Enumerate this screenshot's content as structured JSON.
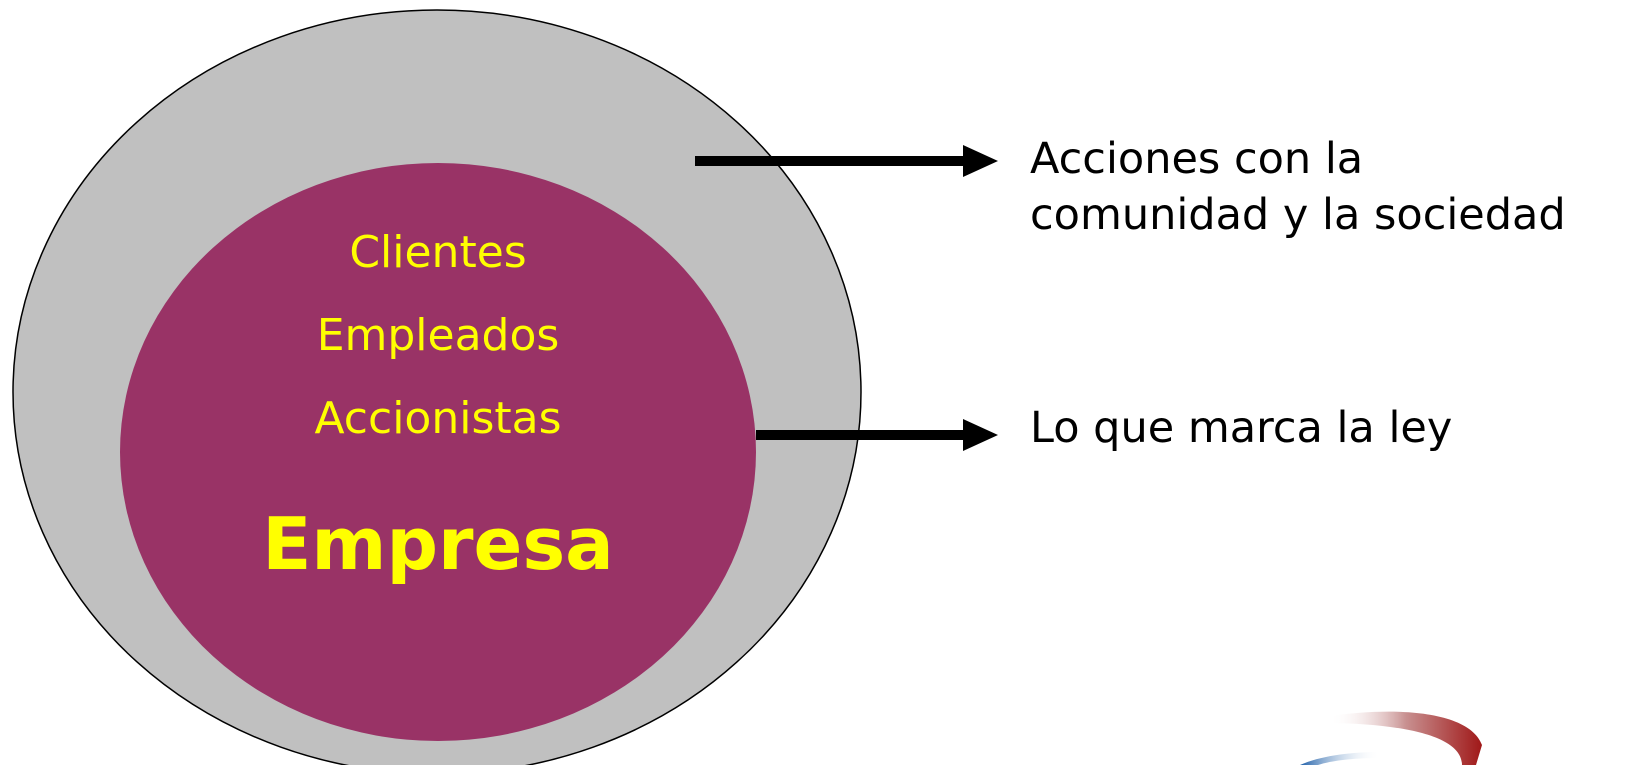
{
  "diagram": {
    "inner_circle": {
      "items": [
        "Clientes",
        "Empleados",
        "Accionistas"
      ],
      "title": "Empresa"
    },
    "arrows": [
      {
        "label": "Acciones con la\ncomunidad y la sociedad"
      },
      {
        "label": "Lo que marca la ley"
      }
    ]
  },
  "colors": {
    "outer_ellipse": "#c0c0c0",
    "inner_ellipse": "#993366",
    "inner_text": "#ffff00",
    "arrow": "#000000",
    "logo_red": "#b01c1c",
    "logo_blue": "#1f5fa8"
  },
  "icons": {
    "logo": "swoosh-logo-icon"
  }
}
